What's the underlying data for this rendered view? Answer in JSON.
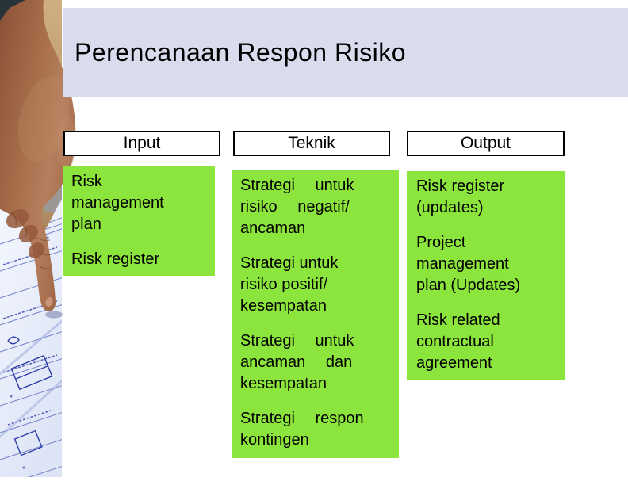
{
  "title": {
    "text": "Perencanaan Respon Risiko"
  },
  "columns": [
    {
      "header": "Input",
      "items": [
        {
          "lines": [
            "Risk",
            "management",
            "plan"
          ]
        },
        {
          "lines": [
            "Risk register"
          ]
        }
      ]
    },
    {
      "header": "Teknik",
      "items": [
        {
          "lines": [
            "Strategi untuk",
            "risiko negatif/",
            "ancaman"
          ]
        },
        {
          "lines": [
            "Strategi untuk",
            "risiko positif/",
            "kesempatan"
          ]
        },
        {
          "lines": [
            "Strategi untuk",
            "ancaman dan",
            "kesempatan"
          ]
        },
        {
          "lines": [
            "Strategi respon",
            "kontingen"
          ]
        }
      ]
    },
    {
      "header": "Output",
      "items": [
        {
          "lines": [
            "Risk register",
            "(updates)"
          ]
        },
        {
          "lines": [
            "Project",
            "management",
            "plan (Updates)"
          ]
        },
        {
          "lines": [
            "Risk related",
            "contractual",
            "agreement"
          ]
        }
      ]
    }
  ],
  "photo": {
    "name": "hand-pointing-at-blueprint-photo"
  },
  "colors": {
    "title_band": "#dadcee",
    "box_green": "#8ce53d",
    "header_bg": "#ffffff",
    "border": "#000000",
    "text": "#000000"
  }
}
